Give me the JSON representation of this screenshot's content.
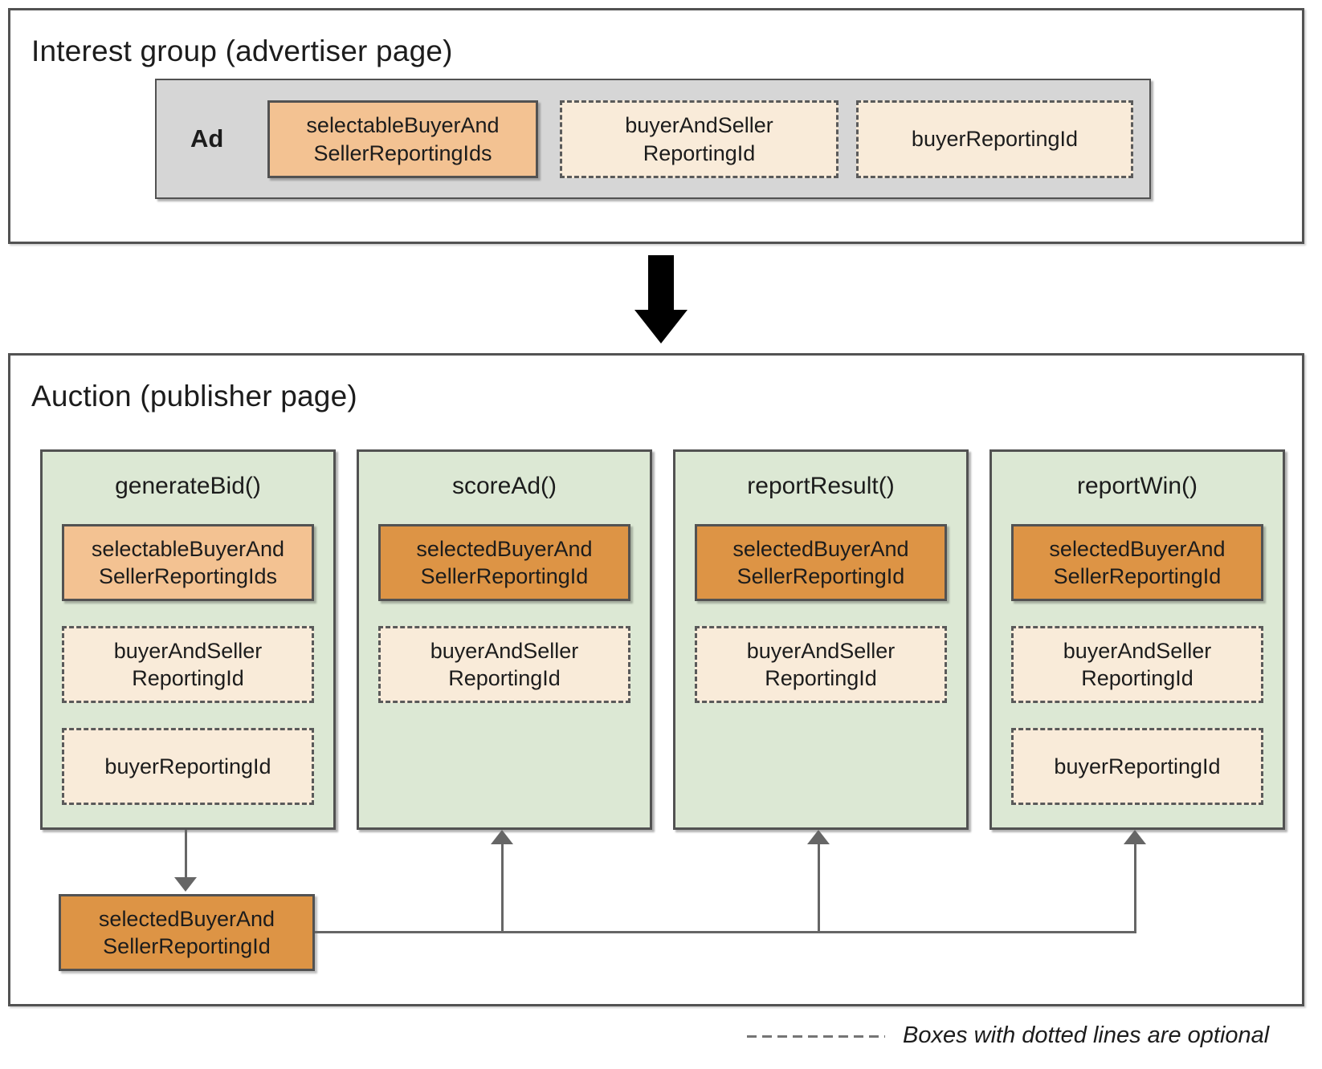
{
  "colors": {
    "panel_gray": "#d6d6d6",
    "green": "#dce8d4",
    "orange_light": "#f3c292",
    "orange_dark": "#dd9445",
    "cream": "#f9ebd9",
    "border_dark": "#525252",
    "connector_gray": "#666666",
    "black": "#000000"
  },
  "interest_group": {
    "title": "Interest group (advertiser page)",
    "ad_label": "Ad",
    "boxes": [
      {
        "label": "selectableBuyerAnd\nSellerReportingIds",
        "style": "solid-light",
        "optional": false
      },
      {
        "label": "buyerAndSeller\nReportingId",
        "style": "dashed",
        "optional": true
      },
      {
        "label": "buyerReportingId",
        "style": "dashed",
        "optional": true
      }
    ]
  },
  "auction": {
    "title": "Auction (publisher page)",
    "columns": [
      {
        "title": "generateBid()",
        "boxes": [
          {
            "label": "selectableBuyerAnd\nSellerReportingIds",
            "style": "solid-light",
            "optional": false
          },
          {
            "label": "buyerAndSeller\nReportingId",
            "style": "dashed",
            "optional": true
          },
          {
            "label": "buyerReportingId",
            "style": "dashed",
            "optional": true
          }
        ]
      },
      {
        "title": "scoreAd()",
        "boxes": [
          {
            "label": "selectedBuyerAnd\nSellerReportingId",
            "style": "solid-dark",
            "optional": false
          },
          {
            "label": "buyerAndSeller\nReportingId",
            "style": "dashed",
            "optional": true
          }
        ]
      },
      {
        "title": "reportResult()",
        "boxes": [
          {
            "label": "selectedBuyerAnd\nSellerReportingId",
            "style": "solid-dark",
            "optional": false
          },
          {
            "label": "buyerAndSeller\nReportingId",
            "style": "dashed",
            "optional": true
          }
        ]
      },
      {
        "title": "reportWin()",
        "boxes": [
          {
            "label": "selectedBuyerAnd\nSellerReportingId",
            "style": "solid-dark",
            "optional": false
          },
          {
            "label": "buyerAndSeller\nReportingId",
            "style": "dashed",
            "optional": true
          },
          {
            "label": "buyerReportingId",
            "style": "dashed",
            "optional": true
          }
        ]
      }
    ],
    "output_box": {
      "label": "selectedBuyerAnd\nSellerReportingId",
      "style": "solid-dark"
    }
  },
  "legend": {
    "text": "Boxes with dotted lines are optional"
  }
}
